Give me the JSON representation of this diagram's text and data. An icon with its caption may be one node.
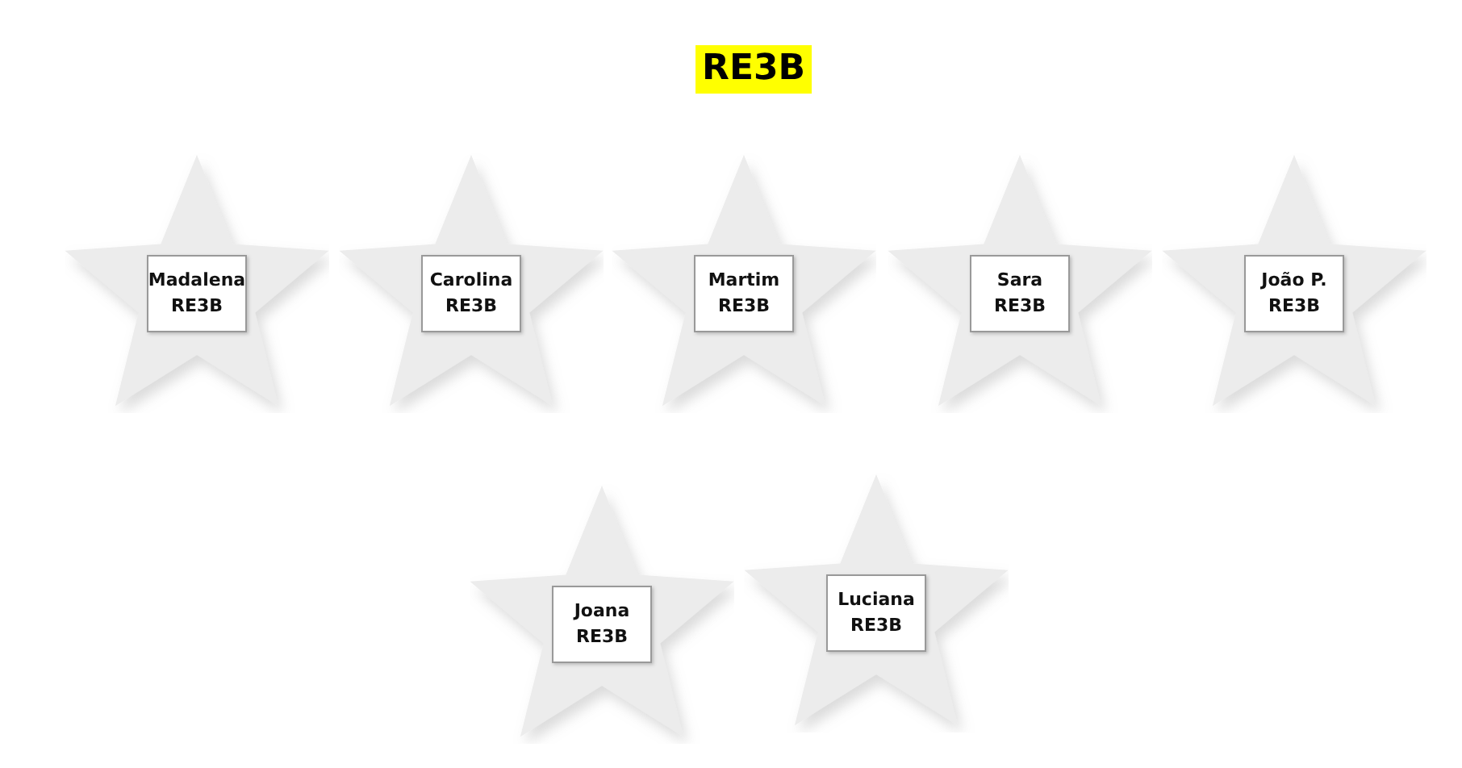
{
  "diagram": {
    "title": "RE3B",
    "nodes": [
      {
        "text": [],
        "shape": "star"
      },
      {
        "text": [
          "Madalena",
          "RE3B"
        ],
        "in": 0
      },
      {
        "text": [],
        "shape": "star"
      },
      {
        "text": [
          "Carolina",
          "RE3B"
        ],
        "in": 2
      },
      {
        "text": [],
        "shape": "star"
      },
      {
        "text": [
          "Martim",
          "RE3B"
        ],
        "in": 4
      },
      {
        "text": [],
        "shape": "star"
      },
      {
        "text": [
          "Sara",
          "RE3B"
        ],
        "in": 6
      },
      {
        "text": [],
        "shape": "star"
      },
      {
        "text": [
          "João P.",
          "RE3B"
        ],
        "in": 8
      },
      {
        "text": [],
        "shape": "star"
      },
      {
        "text": [
          "Joana",
          "RE3B"
        ],
        "in": 10
      },
      {
        "text": [],
        "shape": "star"
      },
      {
        "text": [
          "Luciana",
          "RE3B"
        ],
        "in": 12
      }
    ]
  }
}
